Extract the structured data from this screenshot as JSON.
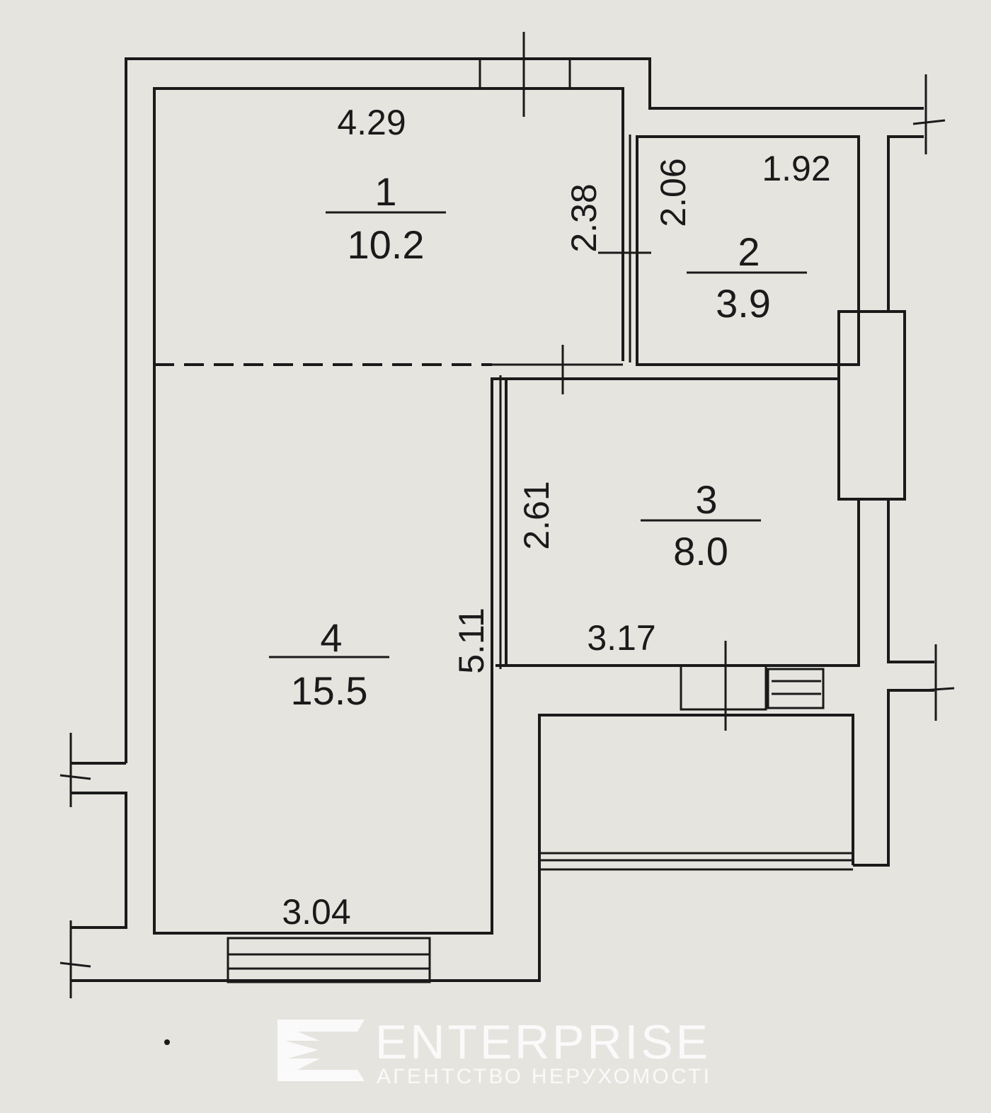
{
  "rooms": [
    {
      "number": "1",
      "area": "10.2"
    },
    {
      "number": "2",
      "area": "3.9"
    },
    {
      "number": "3",
      "area": "8.0"
    },
    {
      "number": "4",
      "area": "15.5"
    }
  ],
  "dimensions": {
    "room1_width": "4.29",
    "room1_depth": "2.38",
    "room2_depth": "2.06",
    "room2_width": "1.92",
    "room3_depth": "2.61",
    "room3_width": "3.17",
    "room4_depth": "5.11",
    "room4_width": "3.04"
  },
  "watermark": {
    "brand": "ENTERPRISE",
    "tagline": "АГЕНТСТВО НЕРУХОМОСТІ"
  }
}
